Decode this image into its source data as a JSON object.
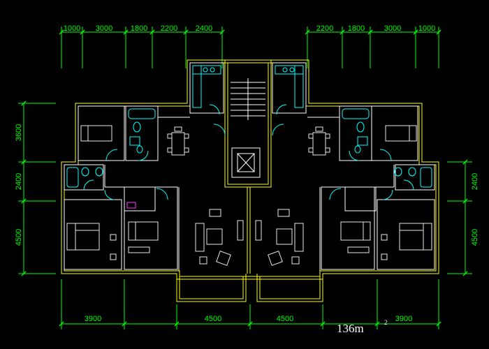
{
  "dims_top_left": [
    "1000",
    "3000",
    "1800",
    "2200",
    "2400"
  ],
  "dims_top_right": [
    "2200",
    "1800",
    "3000",
    "1000"
  ],
  "dims_left": [
    "3600",
    "2400",
    "4500"
  ],
  "dims_right": [
    "2400",
    "4500"
  ],
  "dims_bottom": [
    "3900",
    "4500",
    "4500",
    "3900"
  ],
  "area_label": "136m",
  "area_unit_sup": "2",
  "colors": {
    "background": "#000000",
    "wall": "#ffff00",
    "wall_inner": "#ffffff",
    "dimension": "#00ff00",
    "fixture": "#00ffff",
    "furniture": "#e8e8e8"
  }
}
